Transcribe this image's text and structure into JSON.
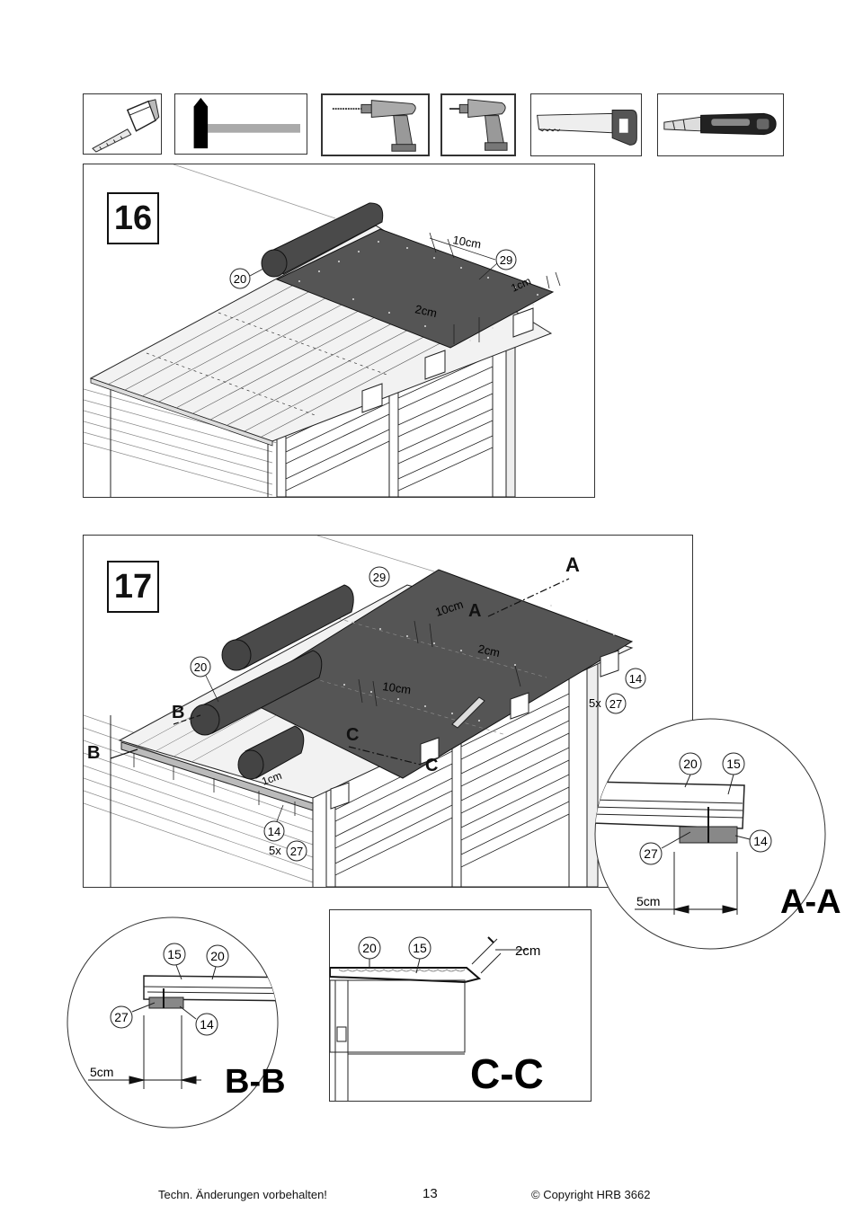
{
  "tools": [
    {
      "name": "measuring-tape-icon"
    },
    {
      "name": "hammer-icon"
    },
    {
      "name": "drill-with-bit-icon"
    },
    {
      "name": "cordless-screwdriver-icon"
    },
    {
      "name": "hand-saw-icon"
    },
    {
      "name": "utility-knife-icon"
    }
  ],
  "step16": {
    "number": "16",
    "parts": {
      "roll": "20",
      "felt": "29"
    },
    "dims": {
      "overlap": "10cm",
      "edge": "1cm",
      "margin": "2cm"
    }
  },
  "step17": {
    "number": "17",
    "parts": {
      "felt": "29",
      "roll": "20",
      "strip": "14",
      "nails_right": "5x",
      "nails_right_part": "27",
      "strip_left": "14",
      "nails_left": "5x",
      "nails_left_part": "27"
    },
    "dims": {
      "overlap_top": "10cm",
      "margin": "2cm",
      "overlap_mid": "10cm",
      "edge": "1cm"
    },
    "sections": {
      "a_top": "A",
      "a_mid": "A",
      "b_top": "B",
      "b_left": "B",
      "c_top": "C",
      "c_right": "C"
    }
  },
  "detail_aa": {
    "title": "A-A",
    "p20": "20",
    "p15": "15",
    "p14": "14",
    "p27": "27",
    "dim": "5cm"
  },
  "detail_bb": {
    "title": "B-B",
    "p15": "15",
    "p20": "20",
    "p27": "27",
    "p14": "14",
    "dim": "5cm"
  },
  "detail_cc": {
    "title": "C-C",
    "p20": "20",
    "p15": "15",
    "dim": "2cm"
  },
  "footer": {
    "left": "Techn. Änderungen vorbehalten!",
    "page": "13",
    "right": "© Copyright HRB 3662"
  },
  "colors": {
    "felt": "#555555",
    "roll": "#4a4a4a",
    "wood": "#ffffff",
    "line": "#222222"
  }
}
